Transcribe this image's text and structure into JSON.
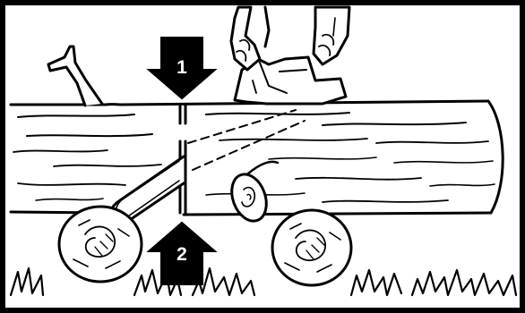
{
  "illustration": {
    "markers": [
      {
        "number": "1",
        "direction": "down"
      },
      {
        "number": "2",
        "direction": "up"
      }
    ]
  }
}
